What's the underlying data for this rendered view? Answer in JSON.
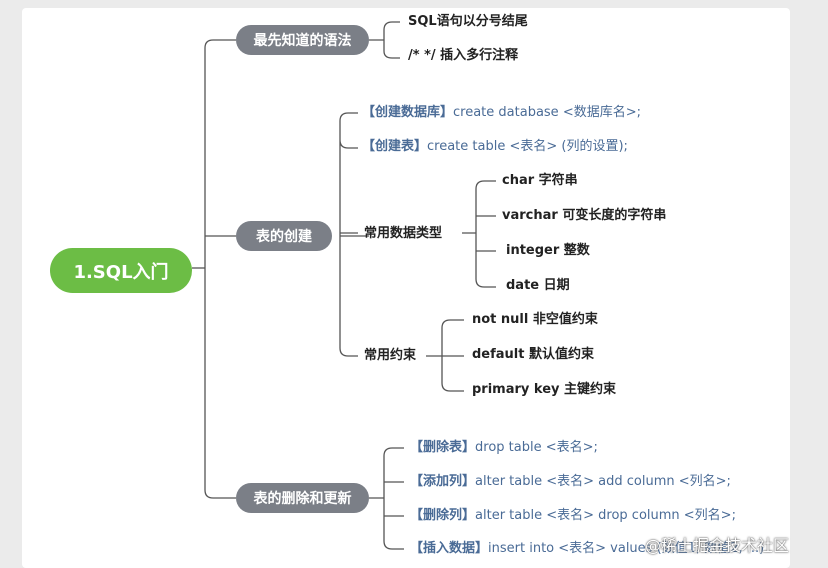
{
  "root": {
    "label": "1.SQL入门"
  },
  "categories": [
    {
      "label": "最先知道的语法"
    },
    {
      "label": "表的创建"
    },
    {
      "label": "表的删除和更新"
    }
  ],
  "syntax": [
    "SQL语句以分号结尾",
    "/*  */  插入多行注释"
  ],
  "create": {
    "db": {
      "tag": "【创建数据库】",
      "code": "create database <数据库名>;"
    },
    "table": {
      "tag": "【创建表】",
      "code": "create table <表名> (列的设置);"
    },
    "types": {
      "label": "常用数据类型",
      "items": [
        "char 字符串",
        "varchar 可变长度的字符串",
        "integer 整数",
        "date 日期"
      ]
    },
    "constraints": {
      "label": "常用约束",
      "items": [
        "not null 非空值约束",
        "default 默认值约束",
        "primary key 主键约束"
      ]
    }
  },
  "modify": [
    {
      "tag": "【删除表】",
      "code": "drop table <表名>;"
    },
    {
      "tag": "【添加列】",
      "code": "alter table <表名> add column <列名>;"
    },
    {
      "tag": "【删除列】",
      "code": "alter table <表名> drop column <列名>;"
    },
    {
      "tag": "【插入数据】",
      "code": "insert into <表名> values (数值1, 数值2, ...)"
    }
  ],
  "watermark": "@稀土掘金技术社区",
  "colors": {
    "root": "#6cbd45",
    "category": "#7b7f87",
    "tag": "#4a6b96",
    "line": "#555555"
  }
}
